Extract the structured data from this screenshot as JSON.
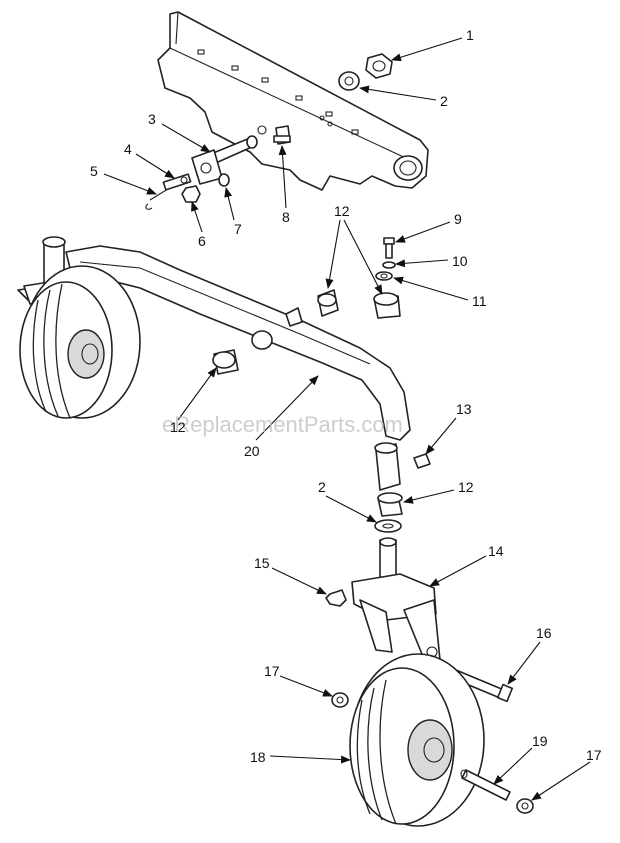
{
  "watermark": "eReplacementParts.com",
  "callouts": [
    {
      "id": "c1",
      "label": "1"
    },
    {
      "id": "c2a",
      "label": "2"
    },
    {
      "id": "c3",
      "label": "3"
    },
    {
      "id": "c4",
      "label": "4"
    },
    {
      "id": "c5",
      "label": "5"
    },
    {
      "id": "c6",
      "label": "6"
    },
    {
      "id": "c7",
      "label": "7"
    },
    {
      "id": "c8",
      "label": "8"
    },
    {
      "id": "c9",
      "label": "9"
    },
    {
      "id": "c10",
      "label": "10"
    },
    {
      "id": "c11",
      "label": "11"
    },
    {
      "id": "c12a",
      "label": "12"
    },
    {
      "id": "c12b",
      "label": "12"
    },
    {
      "id": "c13",
      "label": "13"
    },
    {
      "id": "c2b",
      "label": "2"
    },
    {
      "id": "c12c",
      "label": "12"
    },
    {
      "id": "c14",
      "label": "14"
    },
    {
      "id": "c15",
      "label": "15"
    },
    {
      "id": "c16",
      "label": "16"
    },
    {
      "id": "c17a",
      "label": "17"
    },
    {
      "id": "c18",
      "label": "18"
    },
    {
      "id": "c19",
      "label": "19"
    },
    {
      "id": "c17b",
      "label": "17"
    },
    {
      "id": "c20",
      "label": "20"
    }
  ]
}
